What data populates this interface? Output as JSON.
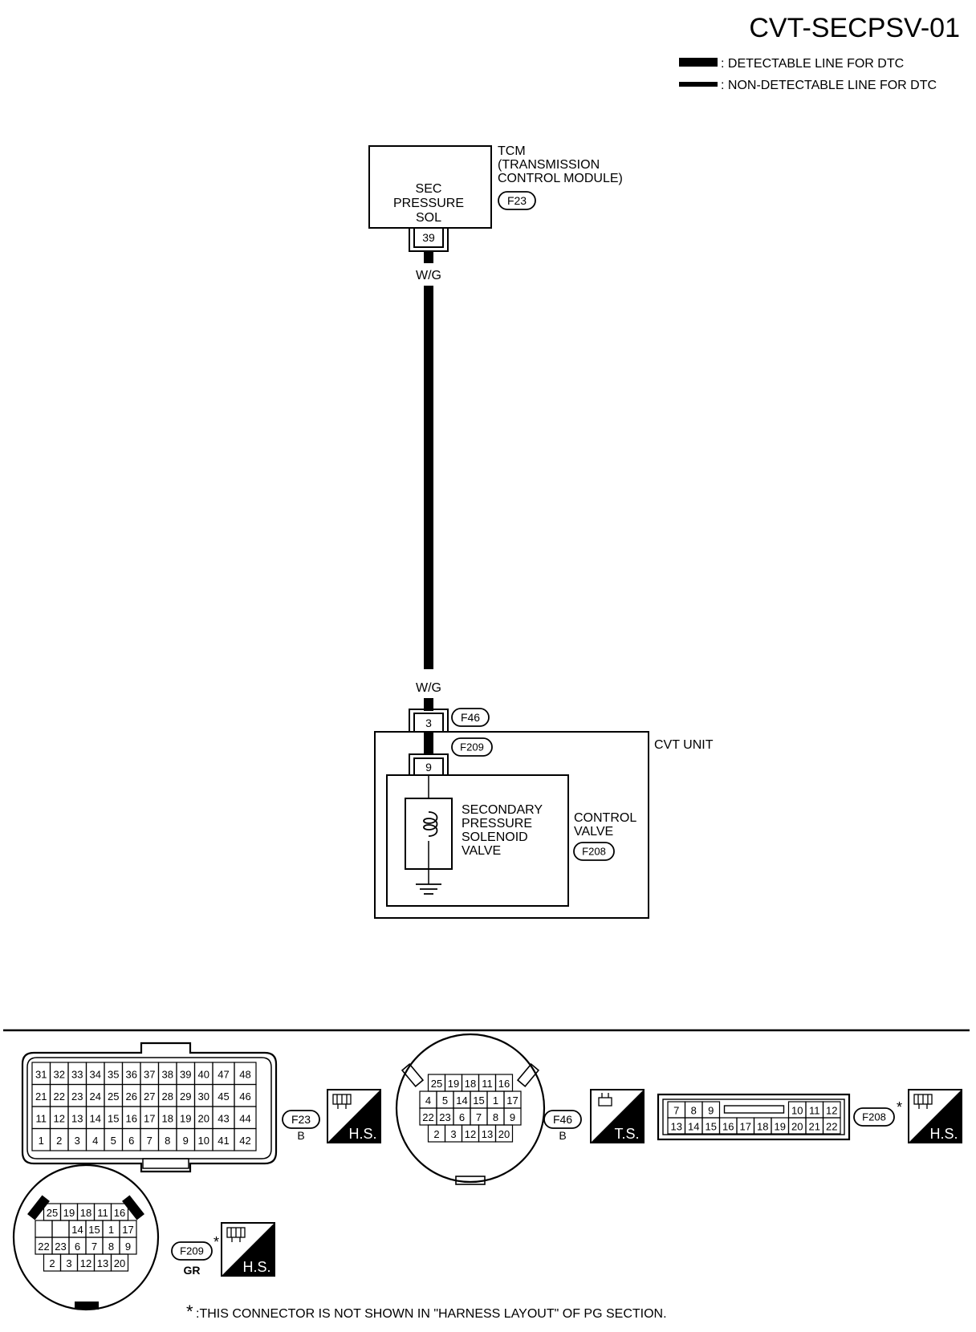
{
  "diagram_id": "CVT-SECPSV-01",
  "legend": [
    {
      "label": ": DETECTABLE LINE FOR DTC"
    },
    {
      "label": ": NON-DETECTABLE LINE FOR DTC"
    }
  ],
  "tcm": {
    "box_lines": [
      "SEC",
      "PRESSURE",
      "SOL"
    ],
    "title_lines": [
      "TCM",
      "(TRANSMISSION",
      "CONTROL MODULE)"
    ],
    "connector": "F23",
    "pin": "39"
  },
  "wire": {
    "color_top": "W/G",
    "color_bottom": "W/G"
  },
  "f46": {
    "connector": "F46",
    "pin": "3"
  },
  "f209": {
    "connector": "F209",
    "pin": "9"
  },
  "cvt_unit": {
    "label": "CVT UNIT"
  },
  "solenoid": {
    "lines": [
      "SECONDARY",
      "PRESSURE",
      "SOLENOID",
      "VALVE"
    ]
  },
  "control_valve": {
    "lines": [
      "CONTROL",
      "VALVE"
    ],
    "connector": "F208"
  },
  "connectors": {
    "f23": {
      "name": "F23",
      "color": "B",
      "badge": "H.S.",
      "rows": [
        [
          "31",
          "32",
          "33",
          "34",
          "35",
          "36",
          "37",
          "38",
          "39",
          "40",
          "47",
          "48"
        ],
        [
          "21",
          "22",
          "23",
          "24",
          "25",
          "26",
          "27",
          "28",
          "29",
          "30",
          "45",
          "46"
        ],
        [
          "11",
          "12",
          "13",
          "14",
          "15",
          "16",
          "17",
          "18",
          "19",
          "20",
          "43",
          "44"
        ],
        [
          "1",
          "2",
          "3",
          "4",
          "5",
          "6",
          "7",
          "8",
          "9",
          "10",
          "41",
          "42"
        ]
      ]
    },
    "f46": {
      "name": "F46",
      "color": "B",
      "badge": "T.S.",
      "rows": [
        [
          "25",
          "19",
          "18",
          "11",
          "16"
        ],
        [
          "4",
          "5",
          "14",
          "15",
          "1",
          "17"
        ],
        [
          "22",
          "23",
          "6",
          "7",
          "8",
          "9"
        ],
        [
          "2",
          "3",
          "12",
          "13",
          "20"
        ]
      ]
    },
    "f208": {
      "name": "F208",
      "star": "*",
      "badge": "H.S.",
      "top_left": [
        "7",
        "8",
        "9"
      ],
      "top_right": [
        "10",
        "11",
        "12"
      ],
      "bottom": [
        "13",
        "14",
        "15",
        "16",
        "17",
        "18",
        "19",
        "20",
        "21",
        "22"
      ]
    },
    "f209": {
      "name": "F209",
      "star": "*",
      "color": "GR",
      "badge": "H.S.",
      "rows": [
        [
          "25",
          "19",
          "18",
          "11",
          "16"
        ],
        [
          "",
          "",
          "14",
          "15",
          "1",
          "17"
        ],
        [
          "22",
          "23",
          "6",
          "7",
          "8",
          "9"
        ],
        [
          "2",
          "3",
          "12",
          "13",
          "20"
        ]
      ]
    }
  },
  "footnote": {
    "star": "*",
    "text": ":THIS CONNECTOR IS NOT SHOWN IN \"HARNESS LAYOUT\" OF PG SECTION."
  }
}
